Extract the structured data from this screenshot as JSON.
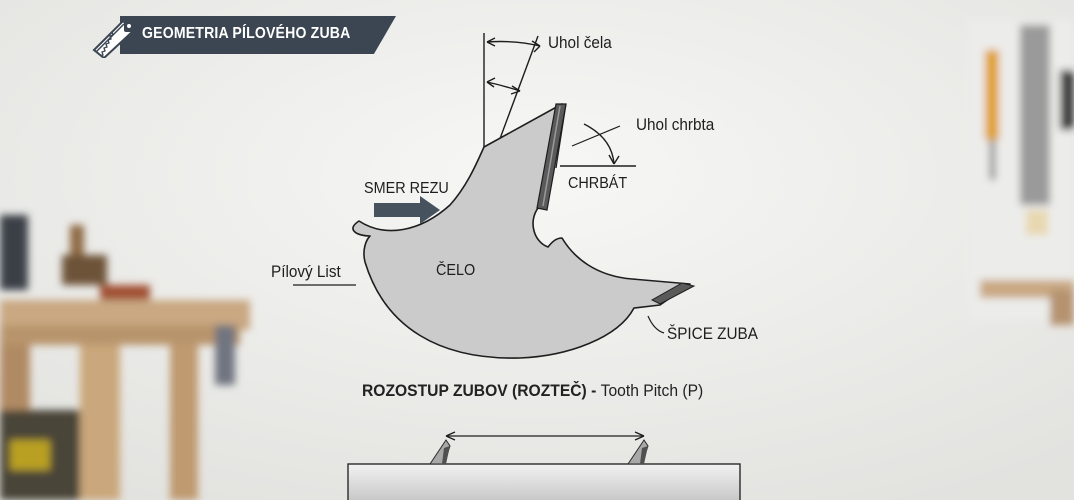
{
  "banner": {
    "title": "GEOMETRIA PÍLOVÉHO ZUBA",
    "icon": "saw-icon"
  },
  "labels": {
    "rake_angle": "Uhol čela",
    "clearance_angle": "Uhol chrbta",
    "back": "CHRBÁT",
    "cutting_direction": "SMER REZU",
    "blade": "Pílový List",
    "face": "ČELO",
    "tooth_tip": "ŠPICE ZUBA"
  },
  "pitch": {
    "title": "ROZOSTUP ZUBOV (ROZTEČ)",
    "separator": " - ",
    "subtitle": "Tooth Pitch (P)"
  },
  "colors": {
    "banner_bg": "#3b4652",
    "blade_fill": "#cbcbcb",
    "outline": "#1e1e1e",
    "carbide": "#5a5a5a",
    "arrow": "#46525e"
  }
}
